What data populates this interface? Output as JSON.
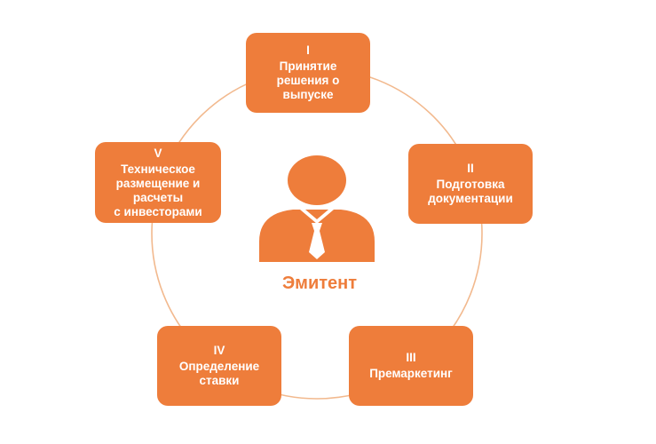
{
  "colors": {
    "box": "#ee7d3b",
    "circle": "#f2b98e",
    "accent": "#ee7d3b",
    "tie": "#ffffff"
  },
  "center": {
    "label": "Эмитент",
    "icon": "person-icon"
  },
  "stages": [
    {
      "num": "I",
      "label": "Принятие\nрешения о\nвыпуске"
    },
    {
      "num": "II",
      "label": "Подготовка\nдокументации"
    },
    {
      "num": "III",
      "label": "Премаркетинг"
    },
    {
      "num": "IV",
      "label": "Определение\nставки"
    },
    {
      "num": "V",
      "label": "Техническое\nразмещение и\nрасчеты\nс инвесторами"
    }
  ]
}
